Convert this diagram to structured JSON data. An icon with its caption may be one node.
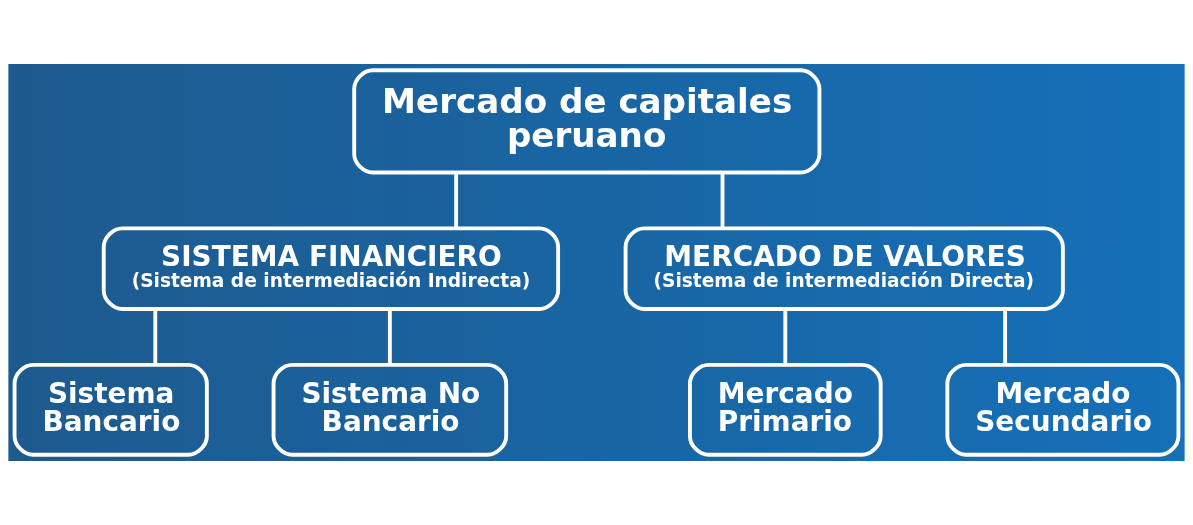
{
  "diagram": {
    "nodes": [
      {
        "text": [
          "Mercado de capitales peruano"
        ]
      },
      {
        "text": [
          "SISTEMA FINANCIERO",
          "(Sistema de intermediación Indirecta)"
        ]
      },
      {
        "text": [
          "MERCADO DE VALORES",
          "(Sistema de intermediación Directa)"
        ]
      },
      {
        "text": [
          "Sistema Bancario"
        ]
      },
      {
        "text": [
          "Sistema No Bancario"
        ]
      },
      {
        "text": [
          "Mercado Primario"
        ]
      },
      {
        "text": [
          "Mercado Secundario"
        ]
      }
    ],
    "edges": [
      {
        "from": 0,
        "to": 1,
        "arrow": "none"
      },
      {
        "from": 0,
        "to": 2,
        "arrow": "none"
      },
      {
        "from": 1,
        "to": 3,
        "arrow": "none"
      },
      {
        "from": 1,
        "to": 4,
        "arrow": "none"
      },
      {
        "from": 2,
        "to": 5,
        "arrow": "none"
      },
      {
        "from": 2,
        "to": 6,
        "arrow": "none"
      }
    ]
  }
}
